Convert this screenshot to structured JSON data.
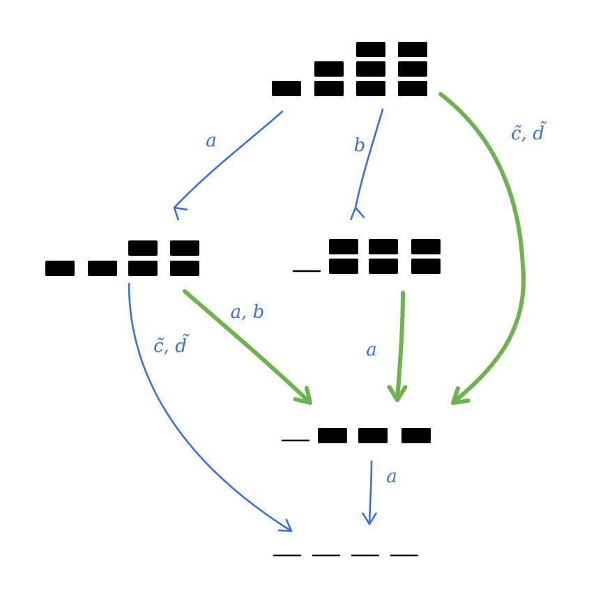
{
  "colors": {
    "background": "#ffffff",
    "block": "#000000",
    "blue_arrow": "#3b6fe0",
    "green_arrow": "#6db44e"
  },
  "diagram": {
    "nodes": [
      {
        "id": "top",
        "columns": [
          1,
          2,
          3,
          3
        ]
      },
      {
        "id": "left",
        "columns": [
          1,
          1,
          2,
          2
        ]
      },
      {
        "id": "middle",
        "columns": [
          0,
          2,
          2,
          2
        ]
      },
      {
        "id": "lower",
        "columns": [
          0,
          1,
          1,
          1
        ]
      },
      {
        "id": "bottom",
        "columns": [
          0,
          0,
          0,
          0
        ]
      }
    ],
    "edges": [
      {
        "from": "top",
        "to": "left",
        "label": "a",
        "style": "blue"
      },
      {
        "from": "top",
        "to": "middle",
        "label": "b",
        "style": "blue"
      },
      {
        "from": "top",
        "to": "lower",
        "label": "c̃, d̃",
        "style": "green"
      },
      {
        "from": "left",
        "to": "lower",
        "label": "a, b",
        "style": "green"
      },
      {
        "from": "left",
        "to": "bottom",
        "label": "c̃, d̃",
        "style": "blue"
      },
      {
        "from": "middle",
        "to": "lower",
        "label": "a",
        "style": "green"
      },
      {
        "from": "lower",
        "to": "bottom",
        "label": "a",
        "style": "blue"
      }
    ]
  }
}
